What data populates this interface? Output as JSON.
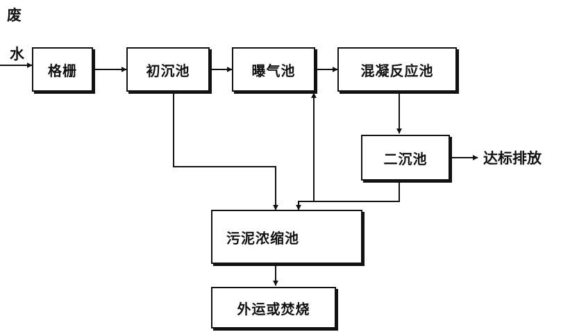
{
  "input": {
    "char1": "废",
    "char2": "水"
  },
  "nodes": {
    "grille": "格栅",
    "primary_settling": "初沉池",
    "aeration": "曝气池",
    "coagulation": "混凝反应池",
    "secondary_settling": "二沉池",
    "sludge_thickening": "污泥浓缩池",
    "disposal": "外运或焚烧"
  },
  "output": "达标排放",
  "colors": {
    "line": "#111111",
    "background": "#ffffff"
  }
}
